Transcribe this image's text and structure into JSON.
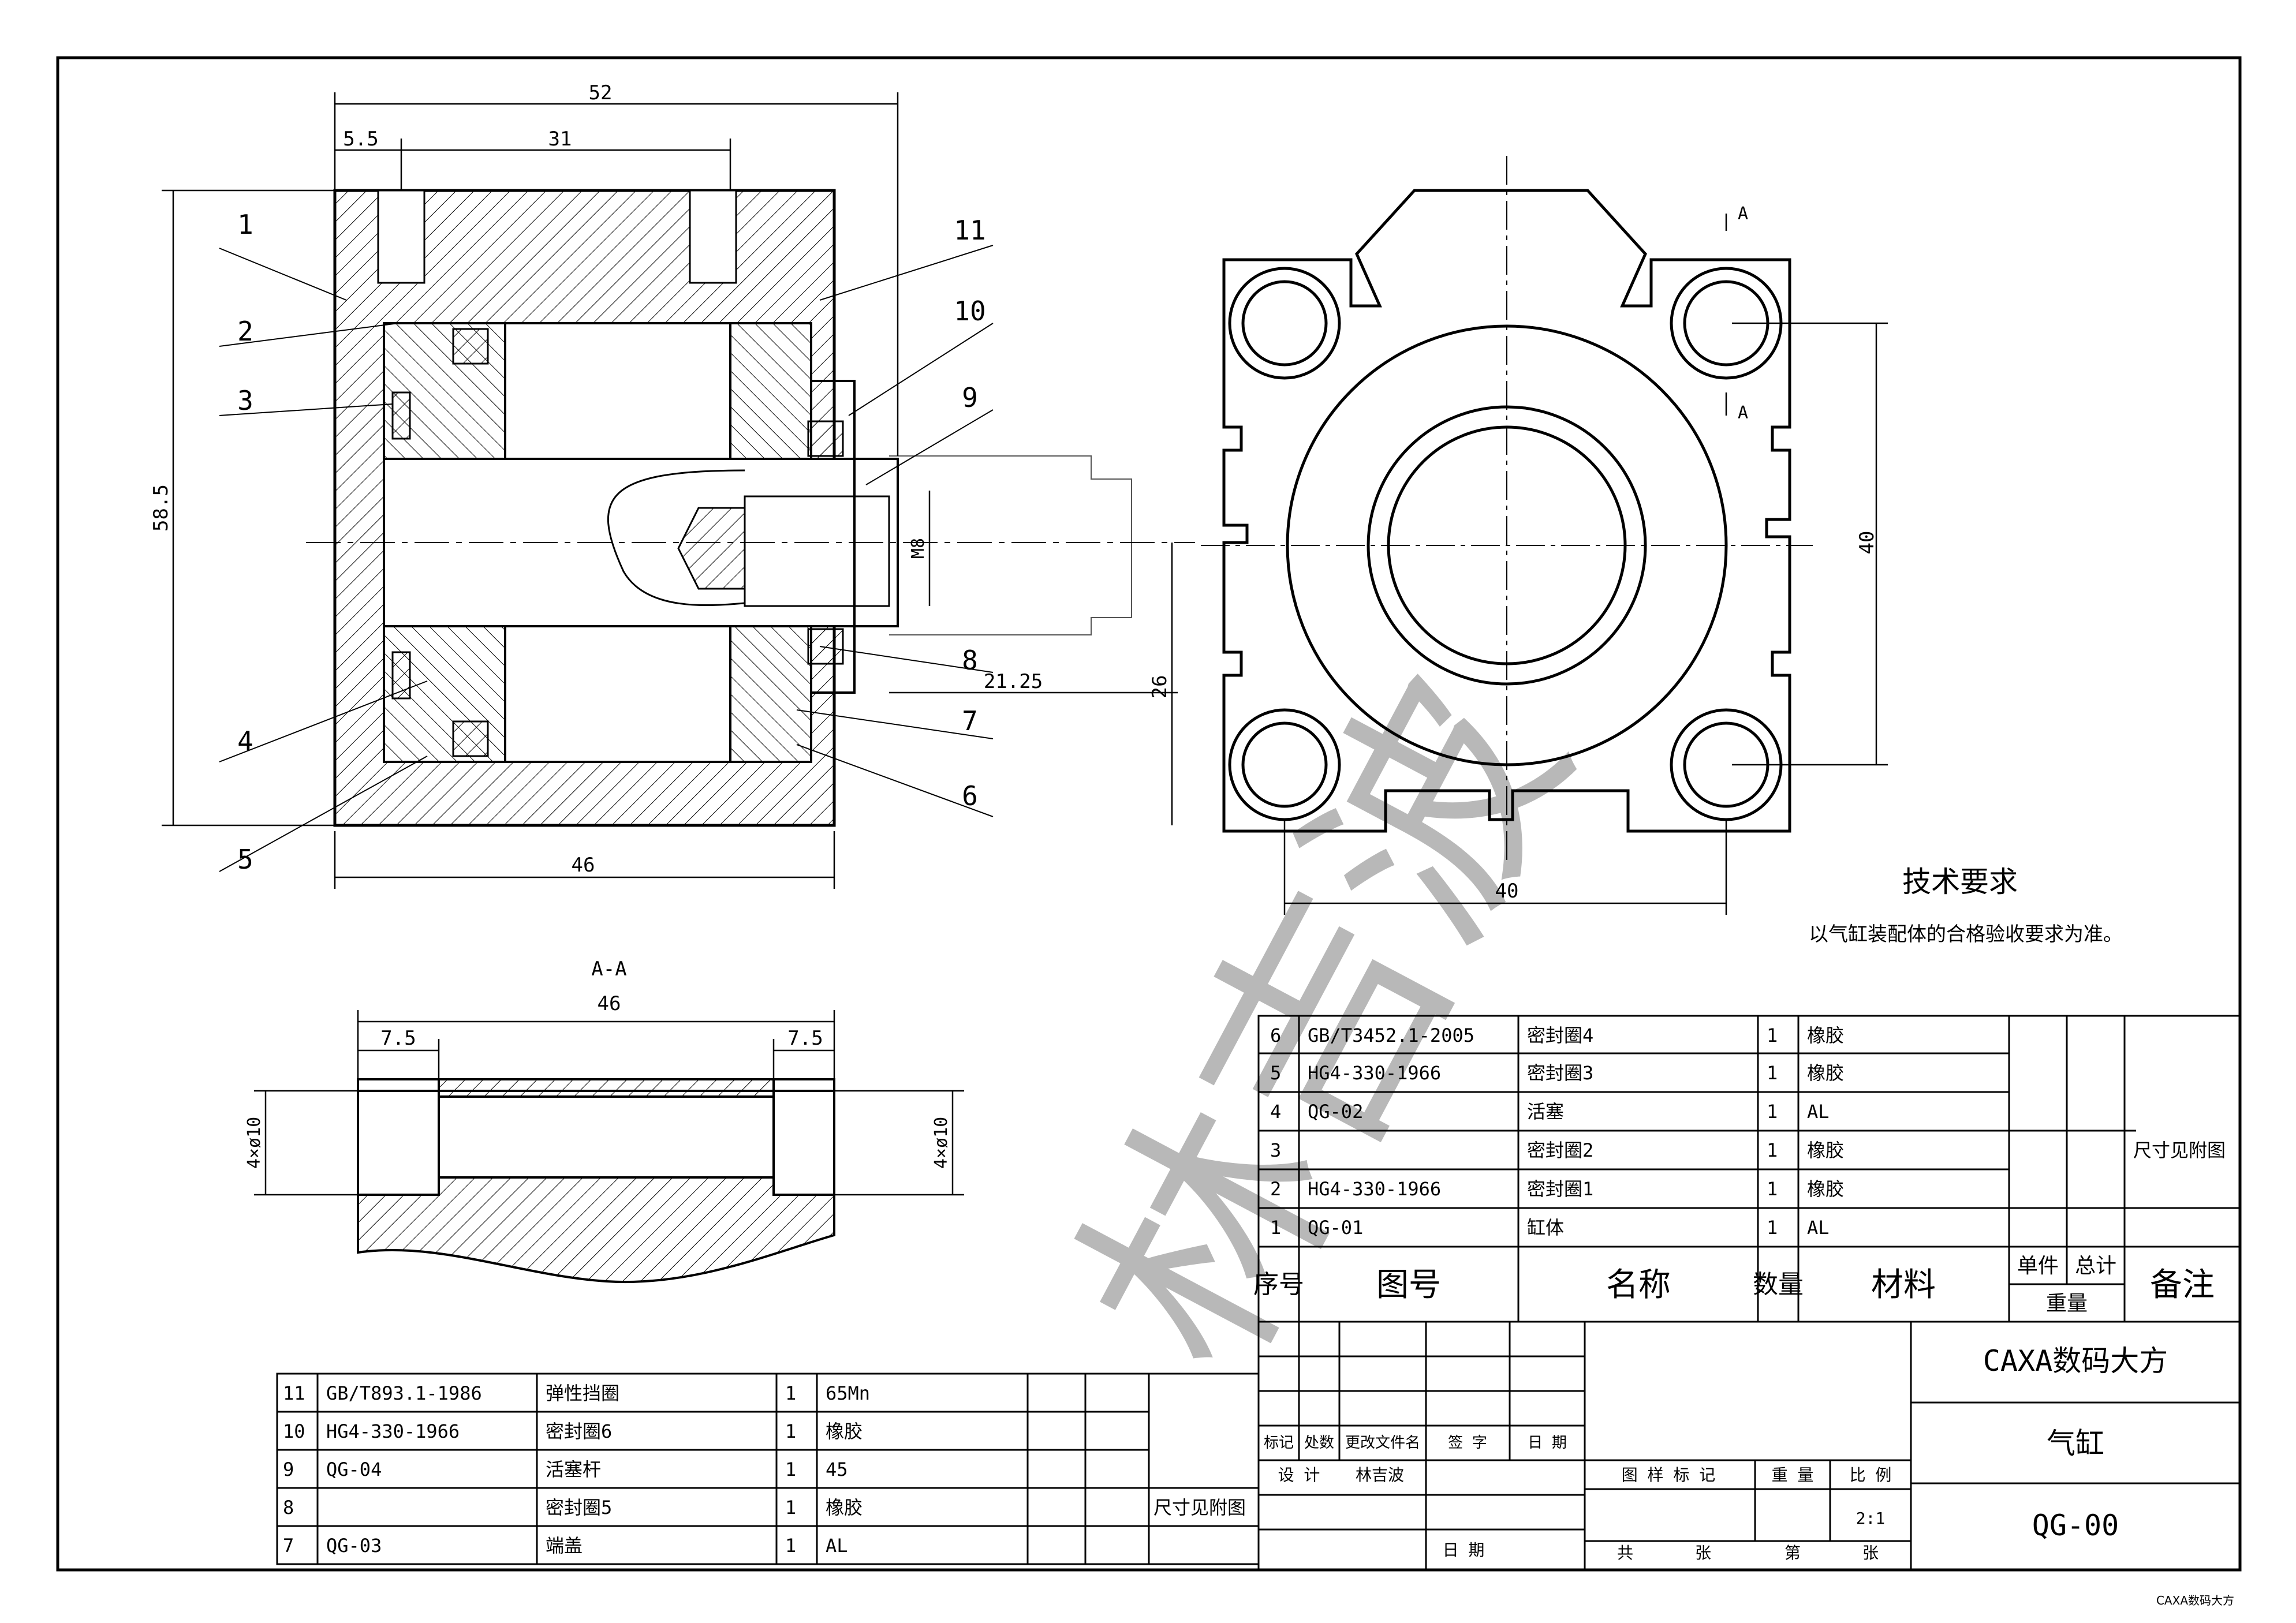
{
  "drawing": {
    "dims": {
      "overall_width": "52",
      "port_offset": "5.5",
      "port_spacing": "31",
      "height": "58.5",
      "body_length": "46",
      "thread": "M8",
      "rod_extension": "21.25",
      "rod_dim": "26",
      "side_height": "40",
      "side_width": "40"
    },
    "balloons": [
      "1",
      "2",
      "3",
      "4",
      "5",
      "6",
      "7",
      "8",
      "9",
      "10",
      "11"
    ],
    "section": {
      "label": "A-A",
      "length": "46",
      "left_offset": "7.5",
      "right_offset": "7.5",
      "hole_left": "4×ø10",
      "hole_right": "4×ø10"
    },
    "section_marks": [
      "A",
      "A"
    ],
    "watermark": "林吉波"
  },
  "tech": {
    "title": "技术要求",
    "text": "以气缸装配体的合格验收要求为准。"
  },
  "bom_right": {
    "rows": [
      {
        "seq": "6",
        "code": "GB/T3452.1-2005",
        "name": "密封圈4",
        "qty": "1",
        "material": "橡胶",
        "note": ""
      },
      {
        "seq": "5",
        "code": "HG4-330-1966",
        "name": "密封圈3",
        "qty": "1",
        "material": "橡胶",
        "note": ""
      },
      {
        "seq": "4",
        "code": "QG-02",
        "name": "活塞",
        "qty": "1",
        "material": "AL",
        "note": ""
      },
      {
        "seq": "3",
        "code": "",
        "name": "密封圈2",
        "qty": "1",
        "material": "橡胶",
        "note": "尺寸见附图"
      },
      {
        "seq": "2",
        "code": "HG4-330-1966",
        "name": "密封圈1",
        "qty": "1",
        "material": "橡胶",
        "note": ""
      },
      {
        "seq": "1",
        "code": "QG-01",
        "name": "缸体",
        "qty": "1",
        "material": "AL",
        "note": ""
      }
    ],
    "header": {
      "seq": "序号",
      "code": "图号",
      "name": "名称",
      "qty": "数量",
      "material": "材料",
      "unit": "单件",
      "total": "总计",
      "weight": "重量",
      "note": "备注"
    }
  },
  "bom_left": {
    "rows": [
      {
        "seq": "11",
        "code": "GB/T893.1-1986",
        "name": "弹性挡圈",
        "qty": "1",
        "material": "65Mn",
        "note": ""
      },
      {
        "seq": "10",
        "code": "HG4-330-1966",
        "name": "密封圈6",
        "qty": "1",
        "material": "橡胶",
        "note": ""
      },
      {
        "seq": "9",
        "code": "QG-04",
        "name": "活塞杆",
        "qty": "1",
        "material": "45",
        "note": ""
      },
      {
        "seq": "8",
        "code": "",
        "name": "密封圈5",
        "qty": "1",
        "material": "橡胶",
        "note": "尺寸见附图"
      },
      {
        "seq": "7",
        "code": "QG-03",
        "name": "端盖",
        "qty": "1",
        "material": "AL",
        "note": ""
      }
    ]
  },
  "title_block": {
    "company": "CAXA数码大方",
    "part_name": "气缸",
    "part_code": "QG-00",
    "mark": "标记",
    "count": "处数",
    "change_doc": "更改文件名",
    "sign": "签 字",
    "date": "日 期",
    "design": "设 计",
    "designer": "林吉波",
    "date2": "日 期",
    "stage_mark": "图 样 标 记",
    "weight": "重 量",
    "scale": "比 例",
    "scale_value": "2:1",
    "total": "共",
    "sheet": "张",
    "nth": "第",
    "sheet2": "张"
  },
  "footer": "CAXA数码大方"
}
